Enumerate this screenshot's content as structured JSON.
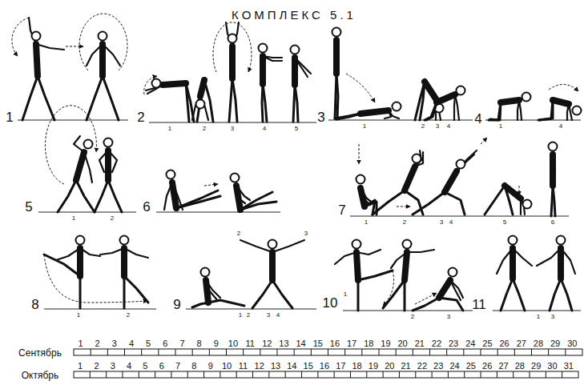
{
  "diagram": {
    "title": "КОМПЛЕКС 5.1",
    "labels": [
      "1",
      "2",
      "3",
      "4",
      "5",
      "6",
      "7",
      "8",
      "9",
      "10",
      "11",
      "1",
      "2",
      "3",
      "4",
      "5",
      "1",
      "2",
      "3",
      "4",
      "1",
      "4",
      "1",
      "2",
      "1",
      "2",
      "3",
      "4",
      "5",
      "6",
      "1",
      "2",
      "1",
      "2",
      "3",
      "4",
      "2",
      "3",
      "1",
      "2",
      "3",
      "1",
      "3",
      "Сентябрь",
      "1",
      "2",
      "3",
      "4",
      "5",
      "6",
      "7",
      "8",
      "9",
      "10",
      "11",
      "12",
      "13",
      "14",
      "15",
      "16",
      "17",
      "18",
      "19",
      "20",
      "21",
      "22",
      "23",
      "24",
      "25",
      "26",
      "27",
      "28",
      "29",
      "30",
      "Октябрь",
      "1",
      "2",
      "3",
      "4",
      "5",
      "6",
      "7",
      "8",
      "9",
      "10",
      "11",
      "12",
      "13",
      "14",
      "15",
      "16",
      "17",
      "18",
      "19",
      "20",
      "21",
      "22",
      "23",
      "24",
      "25",
      "26",
      "27",
      "28",
      "29",
      "30",
      "31"
    ]
  }
}
